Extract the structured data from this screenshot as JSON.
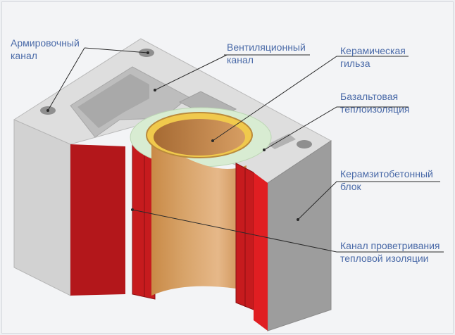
{
  "colors": {
    "label_text": "#4a6aa8",
    "block_light": "#dcdcdc",
    "block_mid": "#c4c4c4",
    "block_dark": "#9c9c9c",
    "insulation_red": "#c71a1a",
    "ceramic": "#d19a5a",
    "basalt": "#d8ecd2"
  },
  "labels": {
    "reinforcement": [
      "Армировочный",
      "канал"
    ],
    "ventilation": [
      "Вентиляционный",
      "канал"
    ],
    "ceramic_sleeve": [
      "Керамическая",
      "гильза"
    ],
    "basalt": [
      "Базальтовая",
      "теплоизоляция"
    ],
    "block": [
      "Керамзитобетонный",
      "блок"
    ],
    "airing_channel": [
      "Канал проветривания",
      "тепловой изоляции"
    ]
  }
}
